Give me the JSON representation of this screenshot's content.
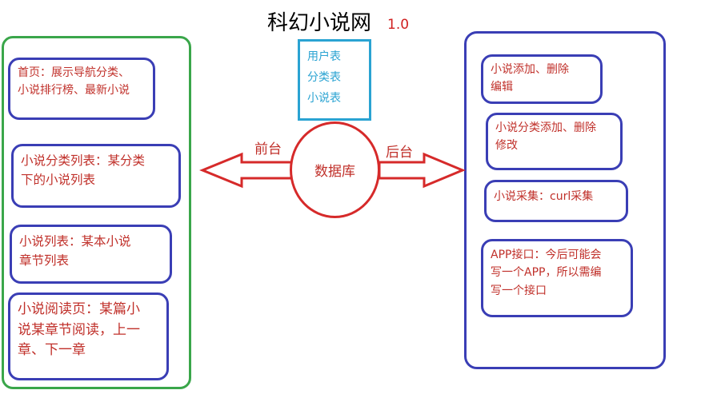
{
  "title": "科幻小说网",
  "version": "1.0",
  "database": {
    "label": "数据库",
    "tables": [
      "用户表",
      "分类表",
      "小说表"
    ]
  },
  "arrows": {
    "frontend_label": "前台",
    "backend_label": "后台"
  },
  "frontend": {
    "items": [
      {
        "line1": "首页：展示导航分类、",
        "line2": "小说排行榜、最新小说"
      },
      {
        "line1": "小说分类列表：某分类",
        "line2": "下的小说列表"
      },
      {
        "line1": "小说列表：某本小说",
        "line2": "章节列表"
      },
      {
        "line1": "小说阅读页：某篇小",
        "line2": "说某章节阅读，上一",
        "line3": "章、下一章"
      }
    ]
  },
  "backend": {
    "items": [
      {
        "line1": "小说添加、删除",
        "line2": "编辑"
      },
      {
        "line1": "小说分类添加、删除",
        "line2": "修改"
      },
      {
        "line1": "小说采集：curl采集"
      },
      {
        "line1": "APP接口：今后可能会",
        "line2": "写一个APP，所以需编",
        "line3": "写一个接口"
      }
    ]
  },
  "colors": {
    "frontend_frame": "#3aa64a",
    "backend_frame": "#3a3eb5",
    "item_border": "#3a3eb5",
    "item_text": "#c0302a",
    "arrow": "#d62a2a",
    "tables": "#2aa3d2"
  }
}
